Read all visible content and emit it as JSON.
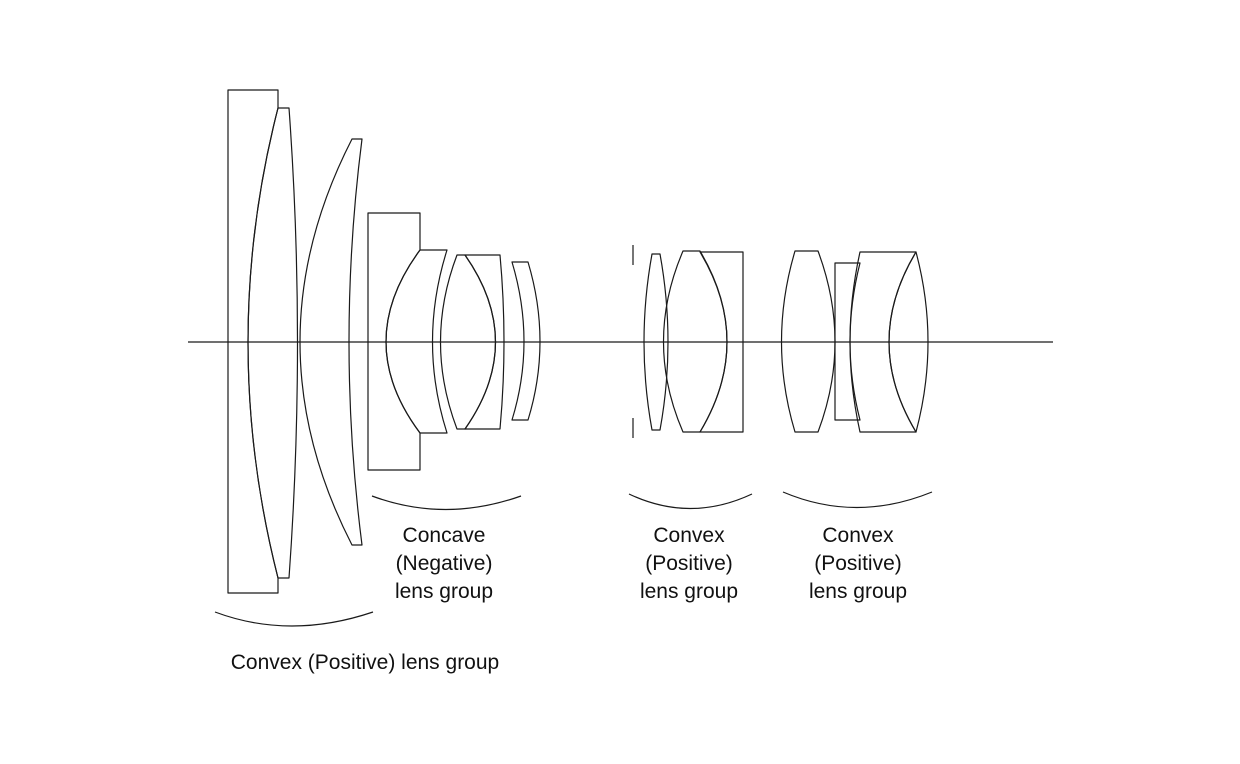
{
  "groups": {
    "front": {
      "label": "Convex (Positive) lens group"
    },
    "second": {
      "label_lines": [
        "Concave",
        "(Negative)",
        "lens group"
      ]
    },
    "third": {
      "label_lines": [
        "Convex",
        "(Positive)",
        "lens group"
      ]
    },
    "fourth": {
      "label_lines": [
        "Convex",
        "(Positive)",
        "lens group"
      ]
    }
  }
}
